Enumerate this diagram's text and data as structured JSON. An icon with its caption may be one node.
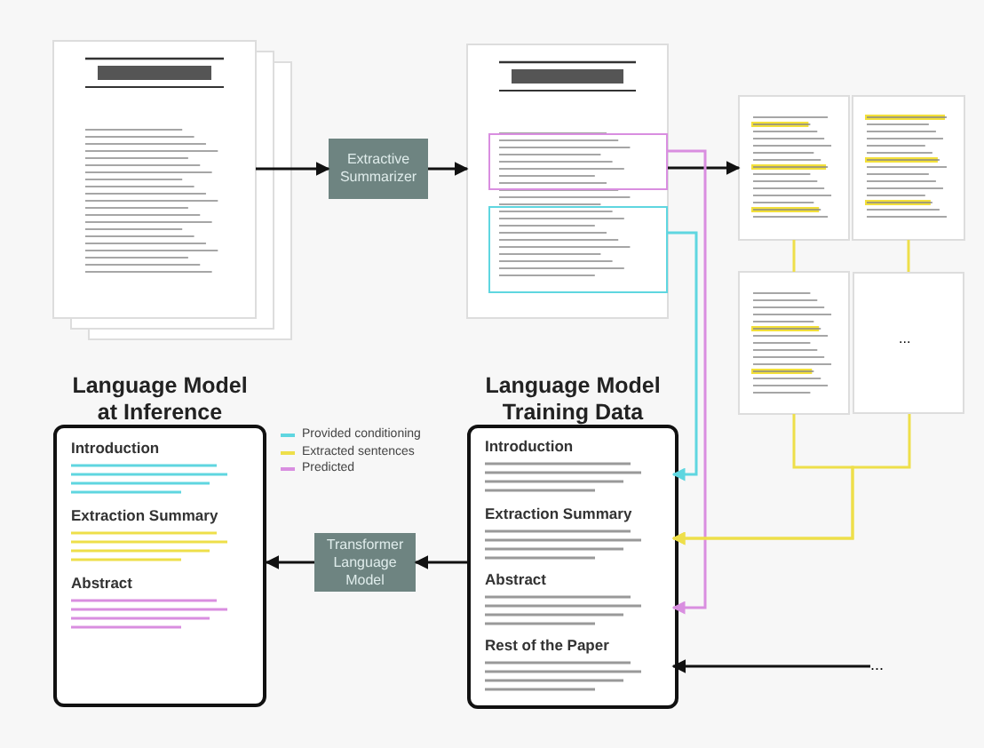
{
  "diagram": {
    "nodes": [
      {
        "text": [],
        "shape": "picture"
      },
      {
        "text": [
          "Extractive Summarizer"
        ]
      },
      {
        "text": [],
        "shape": "picture"
      },
      {
        "text": [],
        "shape": "box",
        "in": 2
      },
      {
        "text": [],
        "shape": "box",
        "in": 2
      },
      {
        "text": [],
        "shape": "picture"
      },
      {
        "text": [],
        "shape": "picture"
      },
      {
        "text": [],
        "shape": "picture"
      },
      {
        "text": [
          "..."
        ]
      },
      {
        "text": [
          "Language Model Training Data"
        ]
      },
      {
        "text": [
          "Introduction"
        ],
        "in": 9
      },
      {
        "text": [
          "Extraction Summary"
        ],
        "in": 9
      },
      {
        "text": [
          "Abstract"
        ],
        "in": 9
      },
      {
        "text": [
          "Rest of the Paper"
        ],
        "in": 9
      },
      {
        "text": [
          "Transformer Language Model"
        ]
      },
      {
        "text": [
          "Language Model at Inference"
        ]
      },
      {
        "text": [
          "Introduction"
        ],
        "in": 15
      },
      {
        "text": [
          "Extraction Summary"
        ],
        "in": 15
      },
      {
        "text": [
          "Abstract"
        ],
        "in": 15
      },
      {
        "text": [
          "..."
        ]
      }
    ],
    "edges": [
      {
        "from": 0,
        "to": 1,
        "arrow": "to"
      },
      {
        "from": 1,
        "to": 2,
        "arrow": "to"
      },
      {
        "from": 2,
        "to": 5,
        "arrow": "to"
      },
      {
        "from": 3,
        "to": 12,
        "arrow": "to",
        "color": "#d98ee0"
      },
      {
        "from": 4,
        "to": 10,
        "arrow": "to",
        "color": "#5fd6e0"
      },
      {
        "from": 5,
        "to": 7,
        "arrow": "none",
        "color": "#eedf4a"
      },
      {
        "from": 6,
        "to": 8,
        "arrow": "none",
        "color": "#eedf4a"
      },
      {
        "from": 7,
        "to": 11,
        "arrow": "to",
        "color": "#eedf4a"
      },
      {
        "from": 8,
        "to": 11,
        "arrow": "to",
        "color": "#eedf4a"
      },
      {
        "from": 9,
        "to": 14,
        "arrow": "to"
      },
      {
        "from": 14,
        "to": 15,
        "arrow": "to"
      },
      {
        "from": 19,
        "to": 13,
        "arrow": "to"
      }
    ],
    "legend": [
      {
        "text": "Provided conditioning",
        "color": "#5fd6e0"
      },
      {
        "text": "Extracted sentences",
        "color": "#eedf4a"
      },
      {
        "text": "Predicted",
        "color": "#d98ee0"
      }
    ]
  }
}
